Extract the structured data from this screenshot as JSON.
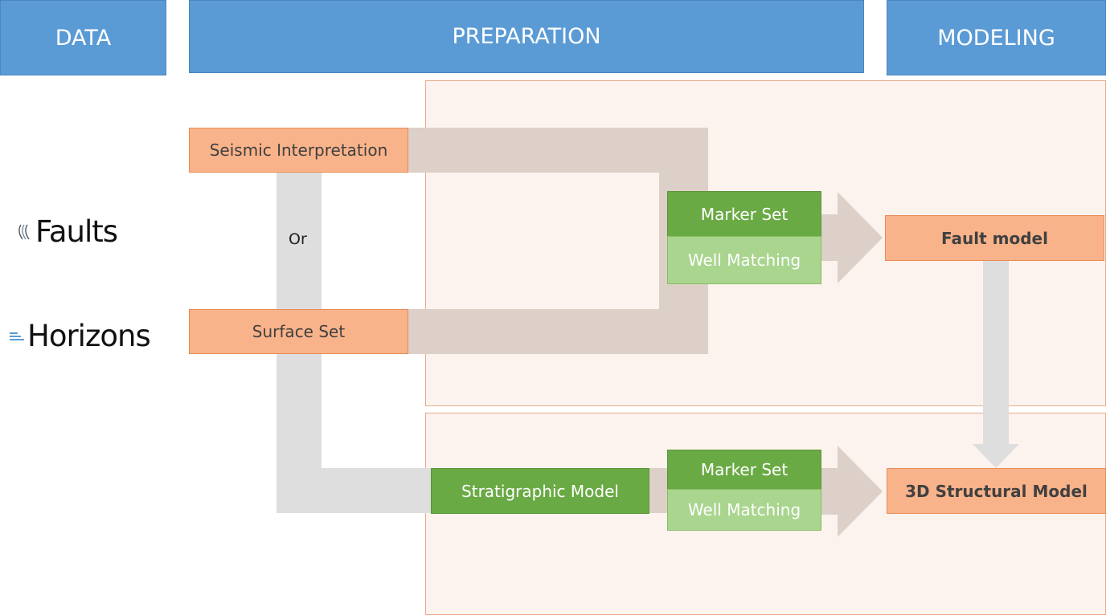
{
  "headers": {
    "data": "DATA",
    "preparation": "PREPARATION",
    "modeling": "MODELING"
  },
  "legend": {
    "faults": {
      "label": "Faults",
      "icon": "faults-icon"
    },
    "horizons": {
      "label": "Horizons",
      "icon": "horizons-icon"
    }
  },
  "nodes": {
    "seismic_interpretation": "Seismic Interpretation",
    "surface_set": "Surface Set",
    "or_label": "Or",
    "marker_set_top": "Marker Set",
    "well_matching_top": "Well Matching",
    "fault_model": "Fault model",
    "stratigraphic_model": "Stratigraphic Model",
    "marker_set_bottom": "Marker Set",
    "well_matching_bottom": "Well Matching",
    "structural_model": "3D Structural Model"
  },
  "colors": {
    "header": "#5b9bd5",
    "orange_box": "#f9b38a",
    "green_dark": "#6aaa45",
    "green_light": "#a9d58e",
    "panel": "#fdf3ee",
    "connector": "#dcd0c8"
  }
}
